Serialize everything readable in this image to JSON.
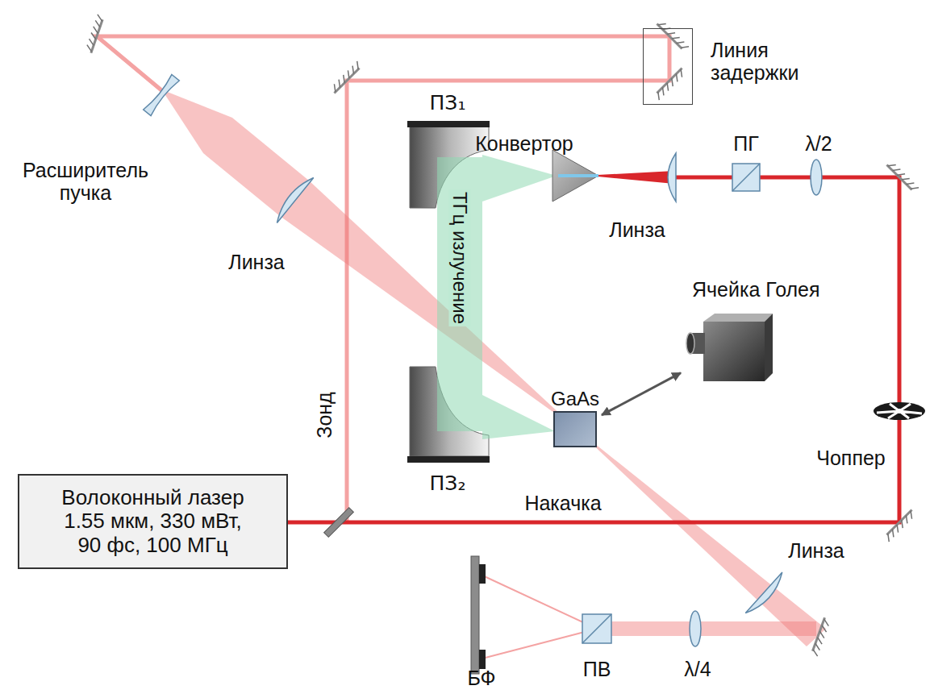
{
  "diagram": {
    "nodes": [
      {
        "text": [
          "Волоконный лазер 1.55 мкм, 330 мВт, 90 фс, 100 МГц"
        ]
      },
      {
        "text": [
          "Линия задержки"
        ]
      },
      {
        "text": [
          "GaAs"
        ]
      },
      {
        "text": [
          "Ячейка Голея"
        ]
      }
    ],
    "edges": [
      {
        "from": 2,
        "to": 3,
        "arrow": "both"
      }
    ],
    "labels": [
      "Расширитель пучка",
      "Линза",
      "ПЗ₁",
      "Конвертор",
      "ПГ",
      "λ/2",
      "Линза",
      "ТГц излучение",
      "Зонд",
      "ПЗ₂",
      "Чоппер",
      "Накачка",
      "Линза",
      "БФ",
      "ПВ",
      "λ/4"
    ]
  }
}
